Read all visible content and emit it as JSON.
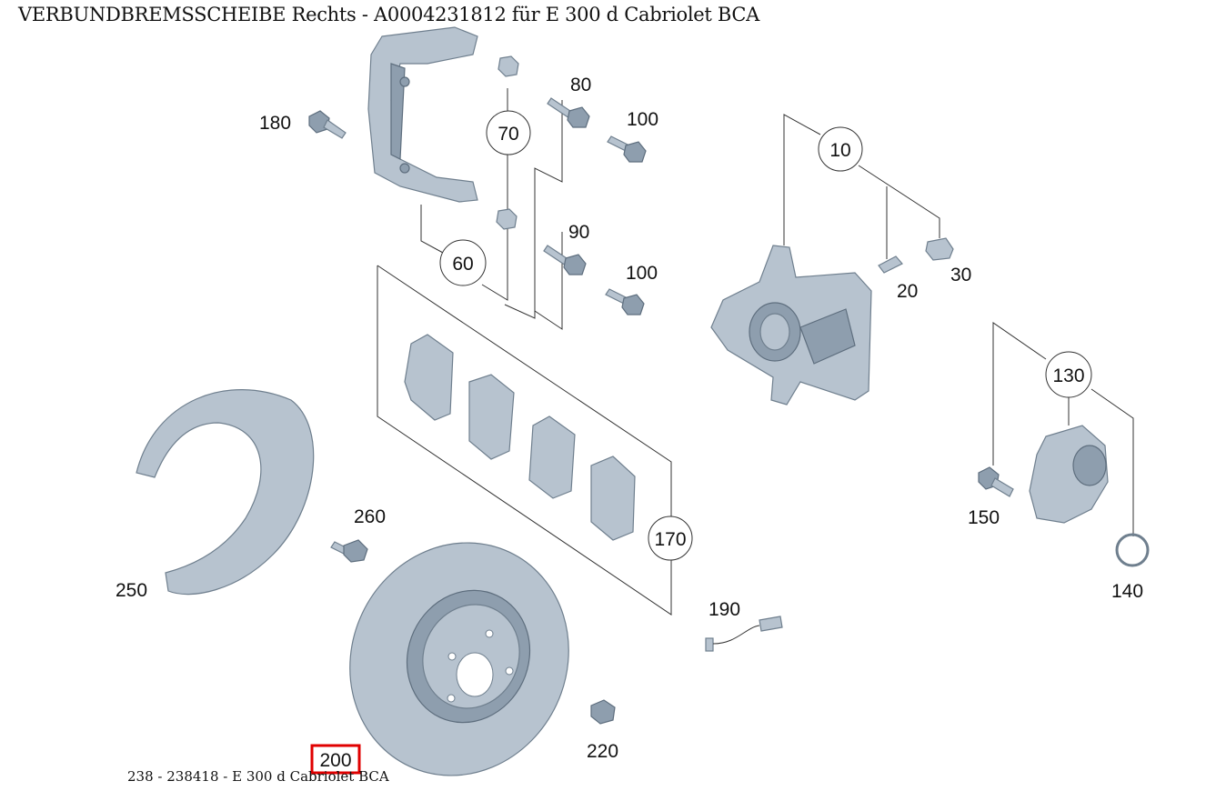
{
  "header": {
    "title": "VERBUNDBREMSSCHEIBE Rechts - A0004231812 für E 300 d Cabriolet BCA"
  },
  "footer": {
    "text": "238 - 238418 - E 300 d Cabriolet BCA"
  },
  "callouts": {
    "c10": "10",
    "c60": "60",
    "c70": "70",
    "c130": "130",
    "c170": "170"
  },
  "labels": {
    "l20": "20",
    "l30": "30",
    "l80": "80",
    "l90": "90",
    "l100a": "100",
    "l100b": "100",
    "l140": "140",
    "l150": "150",
    "l180": "180",
    "l190": "190",
    "l200": "200",
    "l220": "220",
    "l250": "250",
    "l260": "260"
  },
  "highlight": {
    "part": "200",
    "color": "#e00000"
  },
  "colors": {
    "part_fill": "#b7c3cf",
    "part_stroke": "#6f7f8e",
    "highlight": "#e00000"
  }
}
